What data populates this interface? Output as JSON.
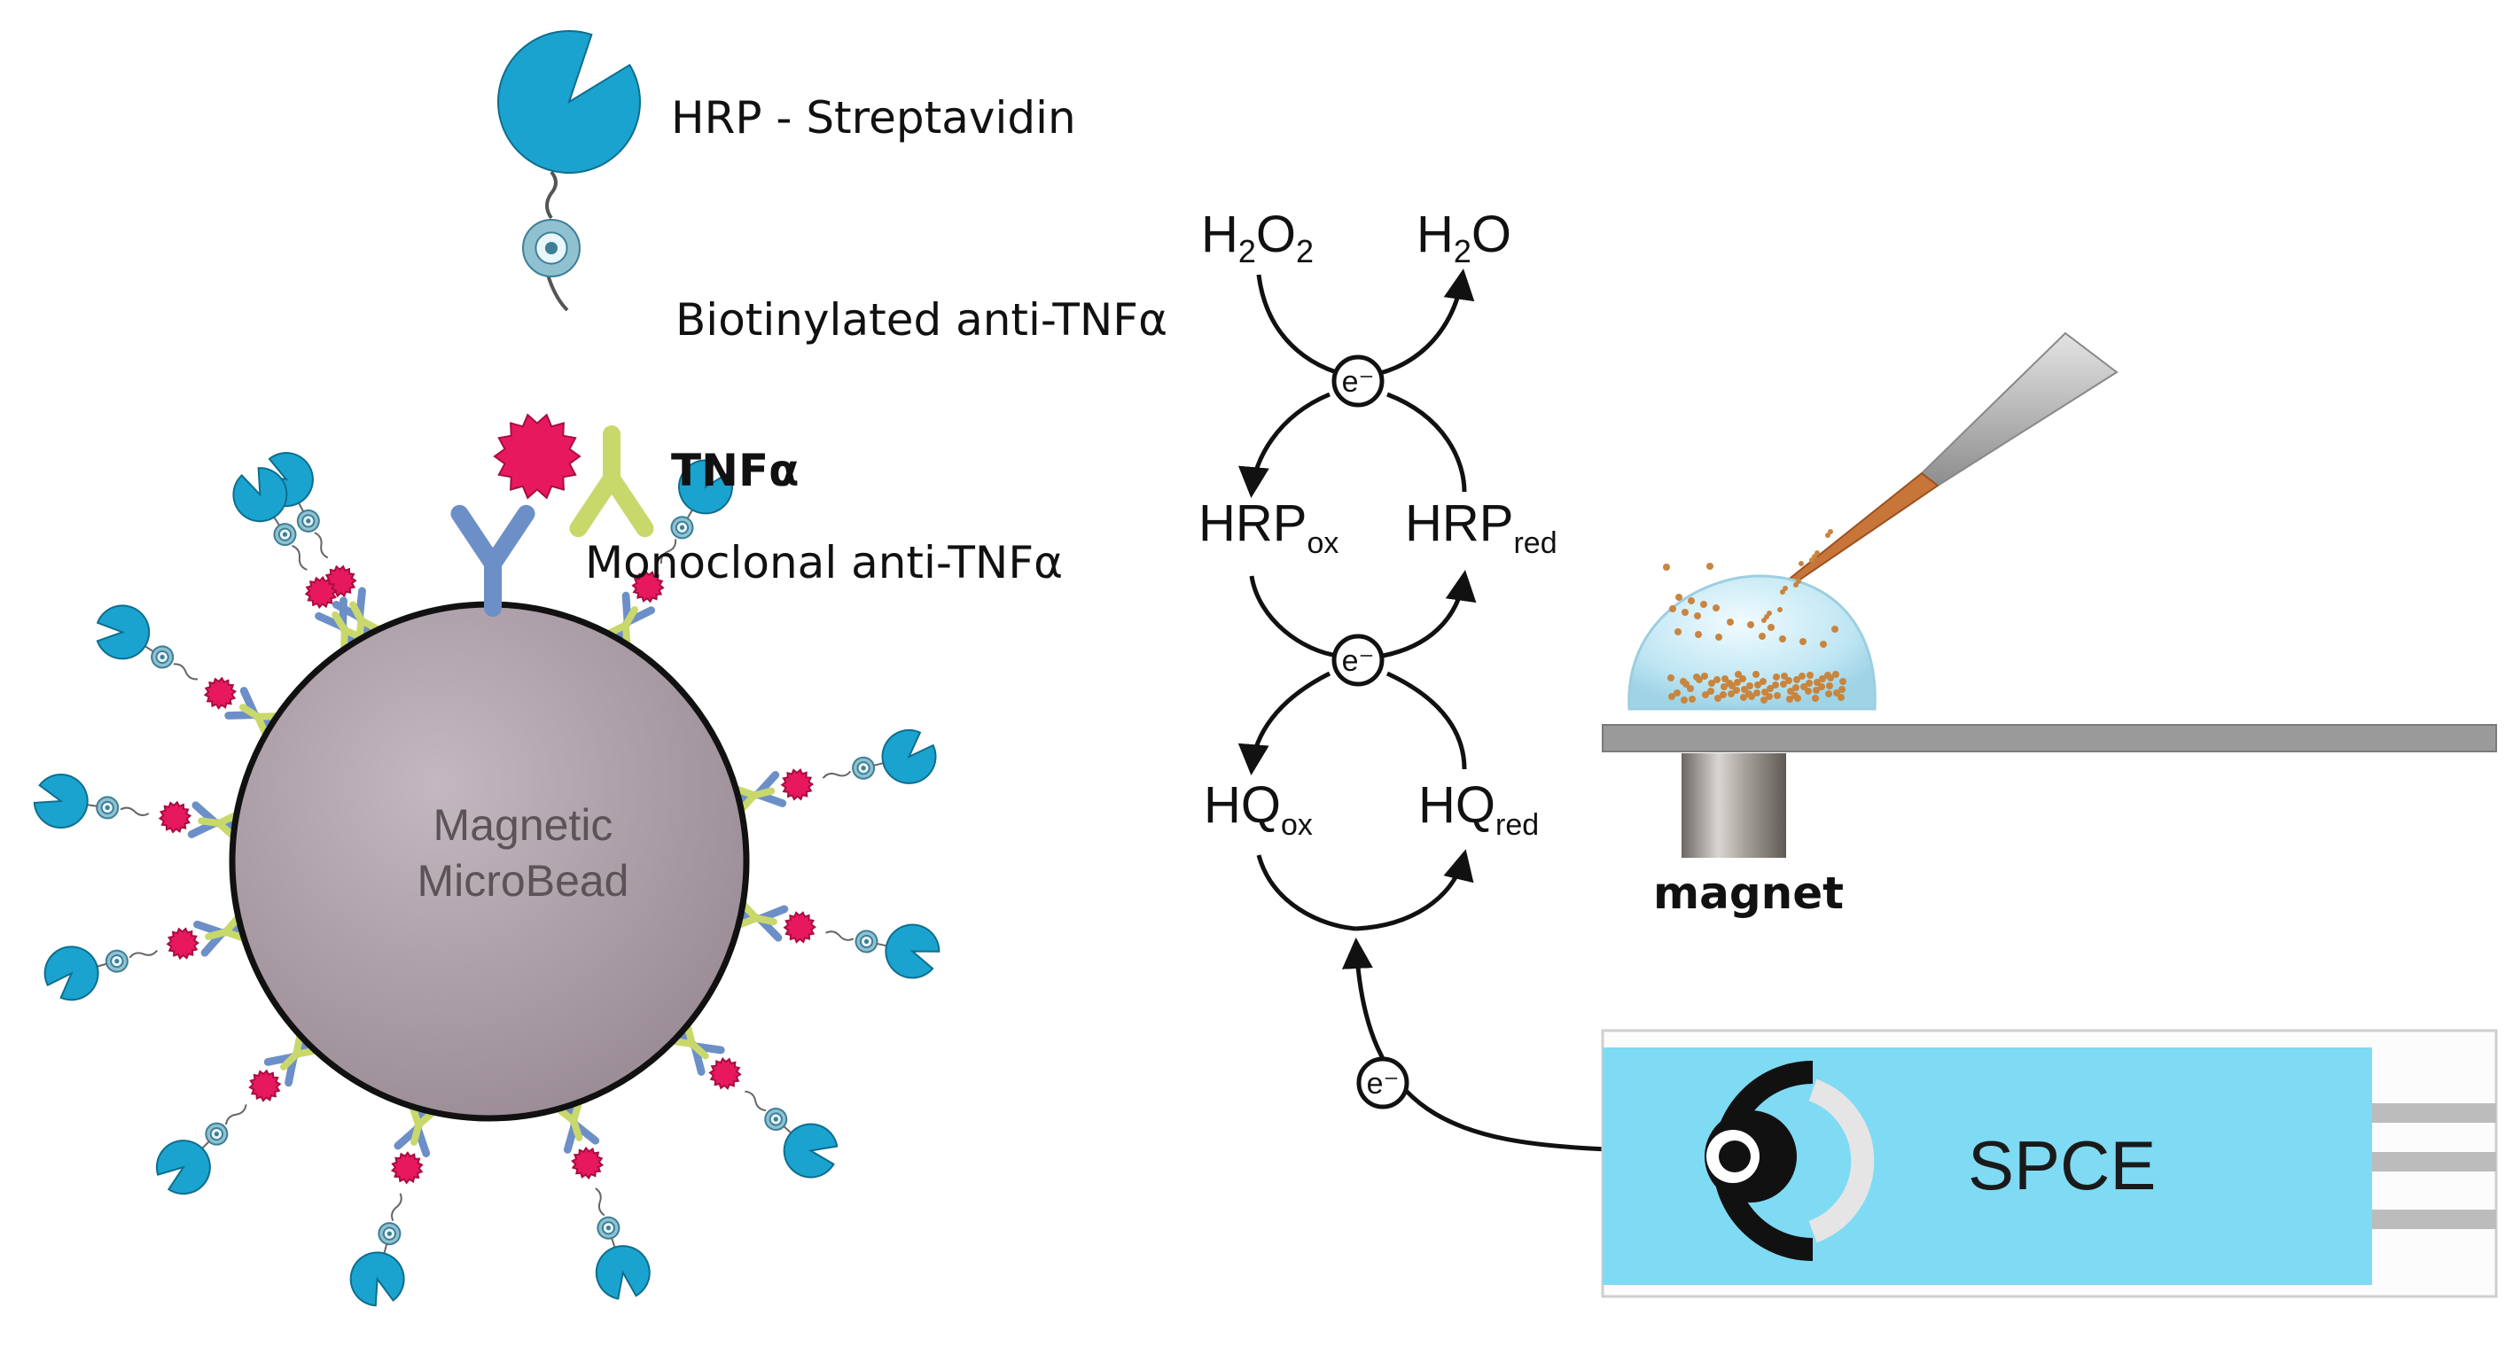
{
  "labels": {
    "hrp_streptavidin": "HRP - Streptavidin",
    "biotinylated_antibody": "Biotinylated anti-TNFα",
    "tnfa": "TNFα",
    "monoclonal_antibody": "Monoclonal anti-TNFα",
    "bead_line1": "Magnetic",
    "bead_line2": "MicroBead",
    "magnet": "magnet",
    "electrode": "SPCE"
  },
  "cycle": {
    "h2o2": {
      "base": "H",
      "sub1": "2",
      "mid": "O",
      "sub2": "2"
    },
    "h2o": {
      "base": "H",
      "sub1": "2",
      "mid": "O"
    },
    "hrp_ox": {
      "base": "HRP",
      "sub": "ox"
    },
    "hrp_red": {
      "base": "HRP",
      "sub": "red"
    },
    "hq_ox": {
      "base": "HQ",
      "sub": "ox"
    },
    "hq_red": {
      "base": "HQ",
      "sub": "red"
    },
    "electron": "e⁻"
  },
  "colors": {
    "hrp_enzyme": "#1ba3cf",
    "streptavidin": "#8fc1d1",
    "biotin_antibody": "#c9d86a",
    "tnfa_antigen": "#e8185e",
    "capture_antibody": "#6d8fc8",
    "bead": "#a3949d",
    "electrode_body": "#7fdaf3",
    "magnet": "#8a8580",
    "pipette_tip": "#c8753a"
  }
}
